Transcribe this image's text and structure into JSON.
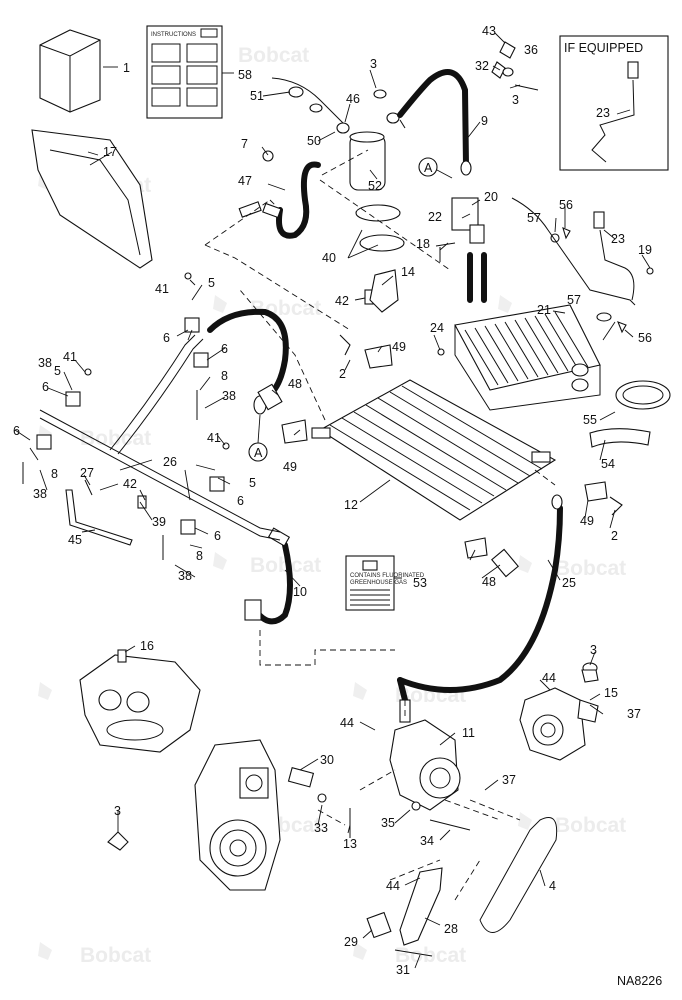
{
  "figure_code": "NA8226",
  "watermark_text": "Bobcat",
  "if_equipped_label": "IF EQUIPPED",
  "instructions_title": "INSTRUCTIONS",
  "decal_53": {
    "title_lines": [
      "CONTAINS FLUORINATED",
      "GREENHOUSE GAS"
    ],
    "rows": [
      "",
      "",
      "",
      "",
      ""
    ]
  },
  "callouts": [
    "1",
    "58",
    "3",
    "51",
    "46",
    "43",
    "36",
    "32",
    "3",
    "9",
    "7",
    "50",
    "52",
    "47",
    "17",
    "40",
    "22",
    "20",
    "18",
    "23",
    "57",
    "56",
    "23",
    "19",
    "14",
    "41",
    "5",
    "42",
    "21",
    "6",
    "6",
    "8",
    "38",
    "48",
    "2",
    "49",
    "24",
    "57",
    "56",
    "41",
    "5",
    "6",
    "55",
    "6",
    "38",
    "26",
    "41",
    "5",
    "27",
    "42",
    "6",
    "54",
    "8",
    "38",
    "39",
    "6",
    "12",
    "45",
    "8",
    "38",
    "49",
    "2",
    "49",
    "48",
    "53",
    "10",
    "25",
    "16",
    "3",
    "44",
    "15",
    "37",
    "44",
    "11",
    "30",
    "37",
    "33",
    "13",
    "35",
    "34",
    "3",
    "44",
    "4",
    "28",
    "29",
    "31",
    "A",
    "A"
  ],
  "colors": {
    "ink": "#111111",
    "watermark": "#ececec",
    "paper": "#ffffff"
  }
}
